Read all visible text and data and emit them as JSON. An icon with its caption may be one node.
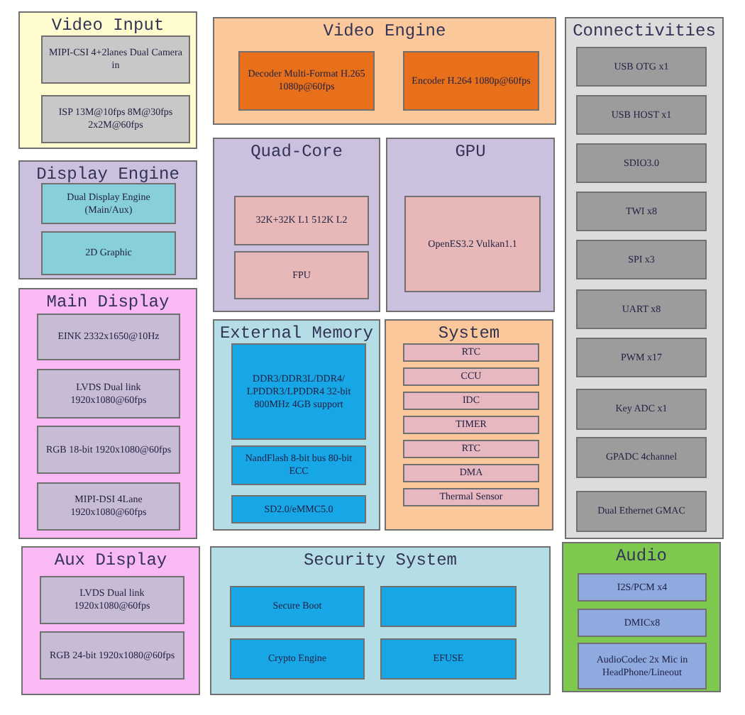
{
  "diagram": {
    "nodes": [
      {
        "text": [
          "Video Input"
        ]
      },
      {
        "text": [
          "MIPI-CSI 4+2lanes Dual Camera in"
        ],
        "in": 0
      },
      {
        "text": [
          "ISP 13M@10fps 8M@30fps 2x2M@60fps"
        ],
        "in": 0
      },
      {
        "text": [
          "Video Engine"
        ]
      },
      {
        "text": [
          "Decoder Multi-Format H.265 1080p@60fps"
        ],
        "in": 3
      },
      {
        "text": [
          "Encoder H.264 1080p@60fps"
        ],
        "in": 3
      },
      {
        "text": [
          "Connectivities"
        ]
      },
      {
        "text": [
          "USB OTG x1"
        ],
        "in": 6
      },
      {
        "text": [
          "USB HOST x1"
        ],
        "in": 6
      },
      {
        "text": [
          "SDIO3.0"
        ],
        "in": 6
      },
      {
        "text": [
          "TWI x8"
        ],
        "in": 6
      },
      {
        "text": [
          "SPI x3"
        ],
        "in": 6
      },
      {
        "text": [
          "UART x8"
        ],
        "in": 6
      },
      {
        "text": [
          "PWM x17"
        ],
        "in": 6
      },
      {
        "text": [
          "Key ADC x1"
        ],
        "in": 6
      },
      {
        "text": [
          "GPADC 4channel"
        ],
        "in": 6
      },
      {
        "text": [
          "Dual Ethernet GMAC"
        ],
        "in": 6
      },
      {
        "text": [
          "Display Engine"
        ]
      },
      {
        "text": [
          "Dual Display Engine (Main/Aux)"
        ],
        "in": 17
      },
      {
        "text": [
          "2D Graphic"
        ],
        "in": 17
      },
      {
        "text": [
          "Quad-Core"
        ]
      },
      {
        "text": [
          "32K+32K L1 512K L2"
        ],
        "in": 20
      },
      {
        "text": [
          "FPU"
        ],
        "in": 20
      },
      {
        "text": [
          "GPU"
        ]
      },
      {
        "text": [
          "OpenES3.2 Vulkan1.1"
        ],
        "in": 23
      },
      {
        "text": [
          "Main Display"
        ]
      },
      {
        "text": [
          "EINK 2332x1650@10Hz"
        ],
        "in": 25
      },
      {
        "text": [
          "LVDS Dual link 1920x1080@60fps"
        ],
        "in": 25
      },
      {
        "text": [
          "RGB 18-bit 1920x1080@60fps"
        ],
        "in": 25
      },
      {
        "text": [
          "MIPI-DSI 4Lane 1920x1080@60fps"
        ],
        "in": 25
      },
      {
        "text": [
          "External Memory"
        ]
      },
      {
        "text": [
          "DDR3/DDR3L/DDR4/ LPDDR3/LPDDR4 32-bit 800MHz 4GB support"
        ],
        "in": 30
      },
      {
        "text": [
          "NandFlash 8-bit bus 80-bit ECC"
        ],
        "in": 30
      },
      {
        "text": [
          "SD2.0/eMMC5.0"
        ],
        "in": 30
      },
      {
        "text": [
          "System"
        ]
      },
      {
        "text": [
          "RTC"
        ],
        "in": 34
      },
      {
        "text": [
          "CCU"
        ],
        "in": 34
      },
      {
        "text": [
          "IDC"
        ],
        "in": 34
      },
      {
        "text": [
          "TIMER"
        ],
        "in": 34
      },
      {
        "text": [
          "RTC"
        ],
        "in": 34
      },
      {
        "text": [
          "DMA"
        ],
        "in": 34
      },
      {
        "text": [
          "Thermal Sensor"
        ],
        "in": 34
      },
      {
        "text": [
          "Aux Display"
        ]
      },
      {
        "text": [
          "LVDS Dual link 1920x1080@60fps"
        ],
        "in": 42
      },
      {
        "text": [
          "RGB 24-bit 1920x1080@60fps"
        ],
        "in": 42
      },
      {
        "text": [
          "Security System"
        ]
      },
      {
        "text": [
          "Secure Boot"
        ],
        "in": 45
      },
      {
        "text": [],
        "shape": "box",
        "in": 45
      },
      {
        "text": [
          "Crypto Engine"
        ],
        "in": 45
      },
      {
        "text": [
          "EFUSE"
        ],
        "in": 45
      },
      {
        "text": [
          "Audio"
        ]
      },
      {
        "text": [
          "I2S/PCM x4"
        ],
        "in": 50
      },
      {
        "text": [
          "DMICx8"
        ],
        "in": 50
      },
      {
        "text": [
          "AudioCodec 2x Mic in HeadPhone/Lineout"
        ],
        "in": 50
      }
    ]
  }
}
